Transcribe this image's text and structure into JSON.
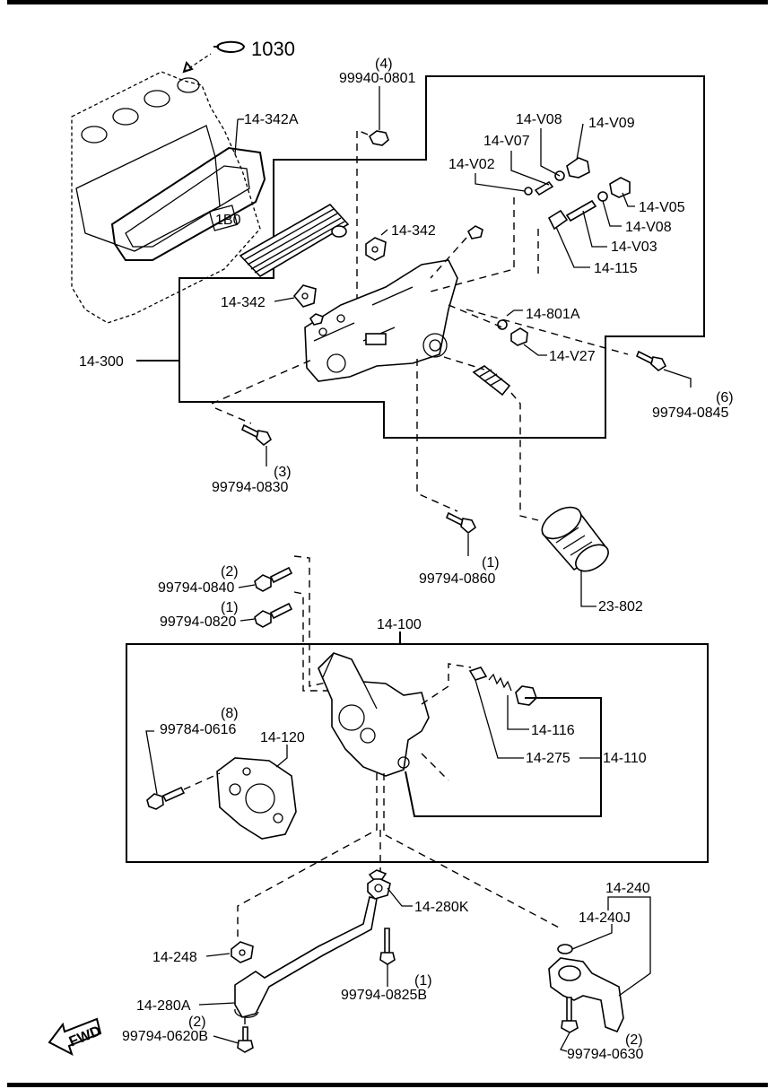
{
  "diagram": {
    "ref_1030": "1030",
    "labels": {
      "p14_342A": "14-342A",
      "q_9940": "(4)",
      "p99940_0801": "99940-0801",
      "p14_V08a": "14-V08",
      "p14_V09": "14-V09",
      "p14_V07": "14-V07",
      "p14_V02": "14-V02",
      "p14_V05": "14-V05",
      "p14_V08b": "14-V08",
      "p14_V03": "14-V03",
      "p14_115": "14-115",
      "p14_342_top": "14-342",
      "p14_342_left": "14-342",
      "p14_801A": "14-801A",
      "p14_V27": "14-V27",
      "p14_300": "14-300",
      "q_0845": "(6)",
      "p99794_0845": "99794-0845",
      "q_0830": "(3)",
      "p99794_0830": "99794-0830",
      "q_0860": "(1)",
      "p99794_0860": "99794-0860",
      "p23_802": "23-802",
      "q_0840": "(2)",
      "p99794_0840": "99794-0840",
      "q_0820": "(1)",
      "p99794_0820": "99794-0820",
      "p14_100": "14-100",
      "q_0616": "(8)",
      "p99784_0616": "99784-0616",
      "p14_120": "14-120",
      "p14_116": "14-116",
      "p14_275": "14-275",
      "p14_110": "14-110",
      "p14_280K": "14-280K",
      "p14_240": "14-240",
      "p14_240J": "14-240J",
      "p14_248": "14-248",
      "q_0825B": "(1)",
      "p99794_0825B": "99794-0825B",
      "p14_280A": "14-280A",
      "q_0620B": "(2)",
      "p99794_0620B": "99794-0620B",
      "q_0630": "(2)",
      "p99794_0630": "99794-0630",
      "fwd": "FWD",
      "engine_stamp": "1B0"
    }
  }
}
